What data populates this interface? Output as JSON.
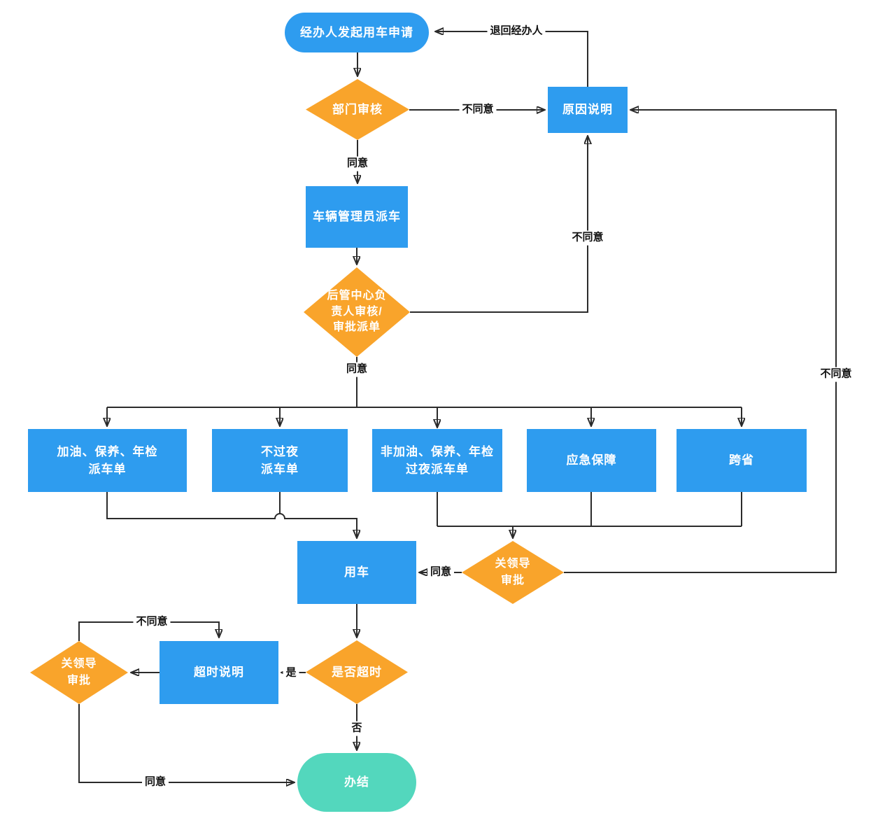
{
  "colors": {
    "process_fill": "#2e9cef",
    "decision_fill": "#f9a42b",
    "start_fill": "#2e9cef",
    "end_fill": "#53d7bd",
    "edge_line": "#2b2b2b",
    "node_text": "#ffffff",
    "label_text": "#111111"
  },
  "nodes": {
    "start": {
      "label": "经办人发起用车申请",
      "type": "terminal"
    },
    "dept_review": {
      "label": "部门审核",
      "type": "decision"
    },
    "reason": {
      "label": "原因说明",
      "type": "process"
    },
    "dispatch": {
      "label": "车辆管理员派车",
      "type": "process"
    },
    "center_review": {
      "label": "后管中心负\n责人审核/\n审批派单",
      "type": "decision"
    },
    "order_fuel": {
      "label": "加油、保养、年检\n派车单",
      "type": "process"
    },
    "order_no_overnight": {
      "label": "不过夜\n派车单",
      "type": "process"
    },
    "order_overnight": {
      "label": "非加油、保养、年检\n过夜派车单",
      "type": "process"
    },
    "emergency": {
      "label": "应急保障",
      "type": "process"
    },
    "cross_province": {
      "label": "跨省",
      "type": "process"
    },
    "use_vehicle": {
      "label": "用车",
      "type": "process"
    },
    "leader_approval_mid": {
      "label": "关领导\n审批",
      "type": "decision"
    },
    "overtime_check": {
      "label": "是否超时",
      "type": "decision"
    },
    "overtime_note": {
      "label": "超时说明",
      "type": "process"
    },
    "leader_approval_bottom": {
      "label": "关领导\n审批",
      "type": "decision"
    },
    "finish": {
      "label": "办结",
      "type": "terminal"
    }
  },
  "edge_labels": {
    "return_to_agent": "退回经办人",
    "disagree_dept": "不同意",
    "agree_dept": "同意",
    "disagree_center": "不同意",
    "agree_center": "同意",
    "agree_leader_mid": "同意",
    "disagree_leader_mid": "不同意",
    "yes": "是",
    "no": "否",
    "disagree_leader_bottom": "不同意",
    "agree_leader_bottom": "同意"
  }
}
